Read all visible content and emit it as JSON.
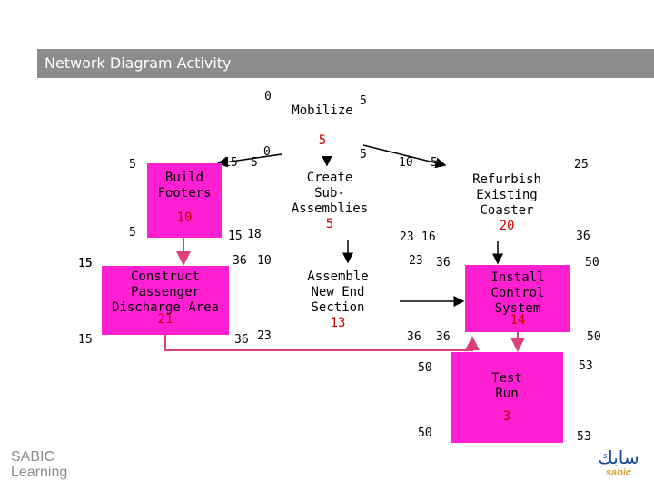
{
  "title": "Network Diagram Activity",
  "activities": {
    "mobilize": {
      "label": "Mobilize",
      "duration": "5",
      "es": "0",
      "ef": "5"
    },
    "build": {
      "label": "Build\nFooters",
      "duration": "10",
      "es": "5",
      "ef": "15",
      "ls": "5",
      "lf": "15"
    },
    "create": {
      "label": "Create\nSub-\nAssemblies",
      "duration": "5",
      "es": "0",
      "ef": "5",
      "ls": "15",
      "lf": "18"
    },
    "refurbish": {
      "label": "Refurbish\nExisting\nCoaster",
      "duration": "20",
      "es": "5",
      "ef": "25",
      "ls": "16",
      "lf": "36"
    },
    "construct": {
      "label": "Construct\nPassenger\nDischarge Area",
      "duration": "21",
      "es": "15",
      "ef": "36",
      "ls": "15",
      "lf": "36"
    },
    "assemble": {
      "label": "Assemble\nNew End\nSection",
      "duration": "13",
      "es": "10",
      "ef": "23",
      "ls": "23",
      "lf": "36"
    },
    "install": {
      "label": "Install\nControl\nSystem",
      "duration": "14",
      "es": "36",
      "ef": "50",
      "ls": "36",
      "lf": "50"
    },
    "test": {
      "label": "Test\nRun",
      "duration": "3",
      "es": "50",
      "ef": "53",
      "ls": "50",
      "lf": "53"
    }
  },
  "extra_numbers": {
    "create_ef_alt": "10",
    "refurbish_es_alt": "23"
  },
  "logos": {
    "left_line1": "SABIC",
    "left_line2": "Learning",
    "right_arabic": "سابك",
    "right_latin": "sabic"
  },
  "colors": {
    "title_bar": "#8c8c8c",
    "critical_fill": "#ff1fd2",
    "critical_link": "#e0407a",
    "normal_link": "#000000",
    "duration_text": "#cc0000"
  }
}
